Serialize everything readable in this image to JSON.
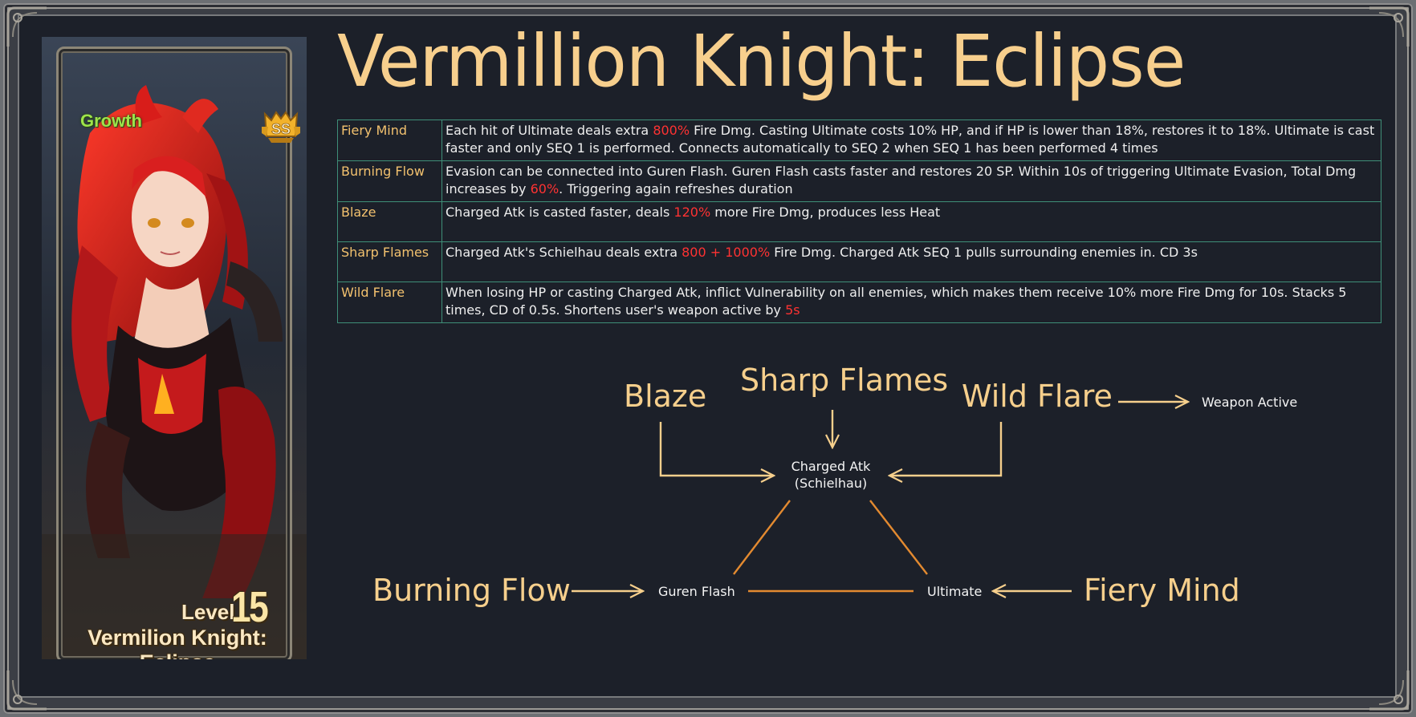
{
  "title": "Vermillion Knight: Eclipse",
  "card": {
    "growth_label": "Growth",
    "rank": "SS",
    "level_word": "Level",
    "level": "15",
    "name": "Vermilion Knight: Eclipse"
  },
  "skills": [
    {
      "name": "Fiery Mind",
      "parts": [
        {
          "text": "Each hit of Ultimate deals extra ",
          "hl": false
        },
        {
          "text": "800%",
          "hl": true
        },
        {
          "text": " Fire Dmg. Casting Ultimate costs 10% HP, and if HP is lower than 18%, restores it to 18%. Ultimate is cast faster and only SEQ 1 is performed. Connects automatically to SEQ 2 when SEQ 1 has been performed 4 times",
          "hl": false
        }
      ]
    },
    {
      "name": "Burning Flow",
      "parts": [
        {
          "text": "Evasion can be connected into Guren Flash. Guren Flash casts faster and restores 20 SP. Within 10s of triggering Ultimate Evasion, Total Dmg increases by ",
          "hl": false
        },
        {
          "text": "60%",
          "hl": true
        },
        {
          "text": ". Triggering again refreshes duration",
          "hl": false
        }
      ]
    },
    {
      "name": "Blaze",
      "parts": [
        {
          "text": "Charged Atk is casted faster, deals ",
          "hl": false
        },
        {
          "text": "120%",
          "hl": true
        },
        {
          "text": " more Fire Dmg, produces less Heat",
          "hl": false
        }
      ]
    },
    {
      "name": "Sharp Flames",
      "parts": [
        {
          "text": "Charged Atk's Schielhau deals extra ",
          "hl": false
        },
        {
          "text": "800 + 1000%",
          "hl": true
        },
        {
          "text": " Fire Dmg. Charged Atk SEQ 1 pulls surrounding enemies in. CD 3s",
          "hl": false
        }
      ]
    },
    {
      "name": "Wild Flare",
      "parts": [
        {
          "text": "When losing HP or casting Charged Atk, inflict Vulnerability on all enemies, which makes them receive 10% more Fire Dmg for 10s. Stacks 5 times, CD of 0.5s. Shortens user's weapon active by ",
          "hl": false
        },
        {
          "text": "5s",
          "hl": true
        }
      ]
    }
  ],
  "diagram": {
    "blaze": "Blaze",
    "sharp_flames": "Sharp Flames",
    "wild_flare": "Wild Flare",
    "weapon_active": "Weapon Active",
    "charged_atk": "Charged Atk",
    "charged_atk_sub": "(Schielhau)",
    "burning_flow": "Burning Flow",
    "guren_flash": "Guren Flash",
    "ultimate": "Ultimate",
    "fiery_mind": "Fiery Mind"
  },
  "colors": {
    "title": "#f7cf8d",
    "skill_name": "#f2c16e",
    "highlight": "#ff3232",
    "arrow": "#f6cf8c",
    "triangle": "#e38a30",
    "table_border": "#3f8f78",
    "background": "#1c2029"
  }
}
